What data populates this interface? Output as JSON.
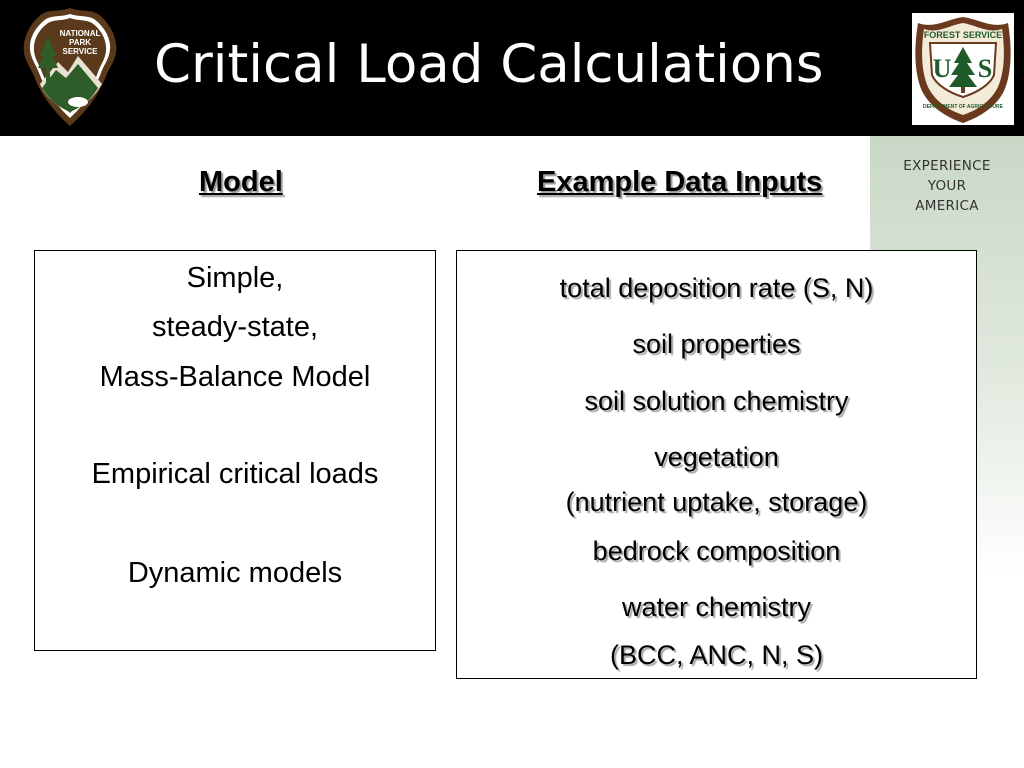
{
  "slide": {
    "title": "Critical Load Calculations",
    "logos": {
      "left": {
        "icon": "national-park-service-arrowhead-icon",
        "text": [
          "NATIONAL",
          "PARK",
          "SERVICE"
        ]
      },
      "right": {
        "icon": "forest-service-shield-icon",
        "text": [
          "FOREST SERVICE",
          "U",
          "S",
          "DEPARTMENT OF AGRICULTURE"
        ]
      }
    },
    "tagline": [
      "EXPERIENCE",
      "YOUR",
      "AMERICA"
    ],
    "columns": {
      "model": {
        "heading": "Model",
        "lines": [
          "Simple,",
          "steady-state,",
          "Mass-Balance Model",
          "Empirical critical loads",
          "Dynamic models"
        ]
      },
      "inputs": {
        "heading": "Example Data Inputs",
        "lines": [
          "total deposition rate (S, N)",
          "soil properties",
          "soil solution chemistry",
          "vegetation",
          "(nutrient uptake, storage)",
          "bedrock composition",
          "water chemistry",
          "(BCC, ANC, N, S)"
        ]
      }
    },
    "colors": {
      "header": "#000000",
      "title": "#ffffff",
      "nps_brown": "#5b3a1c",
      "nps_green": "#2f5d2a",
      "fs_brown": "#6b3a1e",
      "fs_green": "#1f5b2a",
      "strip": "#c9d8c6"
    }
  }
}
